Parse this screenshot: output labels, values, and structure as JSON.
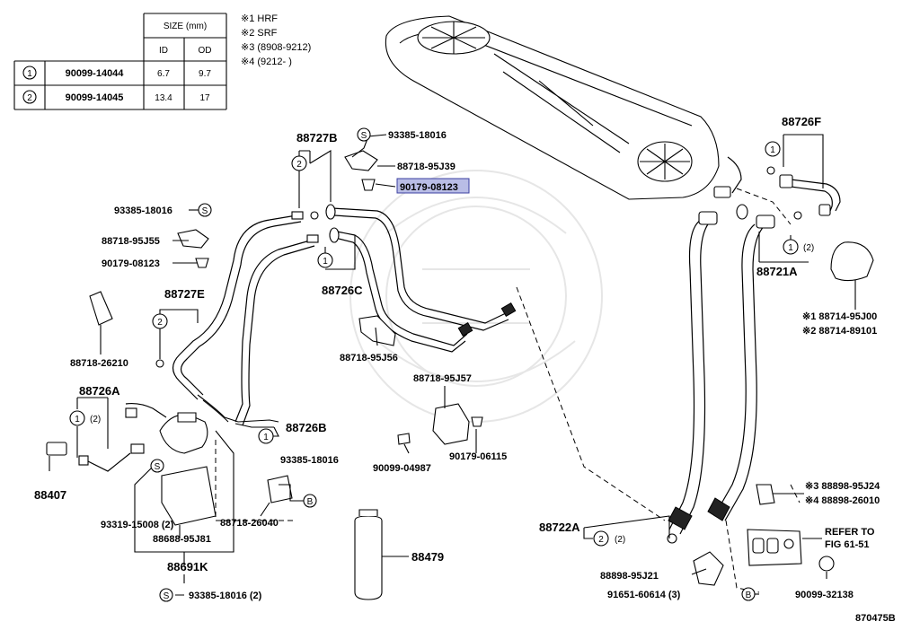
{
  "size_table": {
    "size_header": "SIZE (mm)",
    "id_header": "ID",
    "od_header": "OD",
    "rows": [
      {
        "mark": "1",
        "part": "90099-14044",
        "id": "6.7",
        "od": "9.7"
      },
      {
        "mark": "2",
        "part": "90099-14045",
        "id": "13.4",
        "od": "17"
      }
    ]
  },
  "notes": [
    "※1 HRF",
    "※2 SRF",
    "※3 (8908-9212)",
    "※4 (9212-      )"
  ],
  "labels": {
    "p88727B": "88727B",
    "p93385_a": "93385-18016",
    "p88718_95J39": "88718-95J39",
    "p90179_08123_hl": "90179-08123",
    "p93385_b": "93385-18016",
    "p88718_95J55": "88718-95J55",
    "p90179_08123": "90179-08123",
    "p88726C": "88726C",
    "p88727E": "88727E",
    "p88718_26210": "88718-26210",
    "p88718_95J56": "88718-95J56",
    "p88718_95J57": "88718-95J57",
    "p88726A": "88726A",
    "p88726A_sub": "(2)",
    "p88726B": "88726B",
    "p88407": "88407",
    "p90099_04987": "90099-04987",
    "p90179_06115": "90179-06115",
    "p93385_c": "93385-18016",
    "p93319": "93319-15008 (2)",
    "p88688": "88688-95J81",
    "p88718_26040": "88718-26040",
    "p88691K": "88691K",
    "p93385_d": "93385-18016 (2)",
    "p88479": "88479",
    "p88726F": "88726F",
    "p88721A": "88721A",
    "p88721A_sub": "(2)",
    "p88714_a": "※1 88714-95J00",
    "p88714_b": "※2 88714-89101",
    "p88898_a": "※3 88898-95J24",
    "p88898_b": "※4 88898-26010",
    "refer1": "REFER TO",
    "refer2": "FIG 61-51",
    "p88722A": "88722A",
    "p88722A_sub": "(2)",
    "p88898_95J21": "88898-95J21",
    "p91651": "91651-60614 (3)",
    "p90099_32138": "90099-32138",
    "fig_no": "870475B"
  },
  "marks": {
    "circle1": "1",
    "circle2": "2",
    "S": "S",
    "B": "B"
  }
}
